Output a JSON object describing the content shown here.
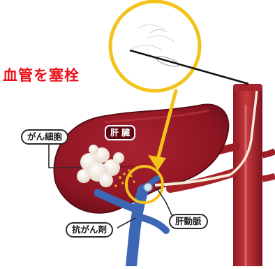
{
  "title": "血管を塞栓",
  "labels": {
    "liver": "肝 臓",
    "cancer_cells": "がん細胞",
    "anticancer_drug": "抗がん剤",
    "hepatic_artery": "肝動脈"
  },
  "colors": {
    "title": "#e8121b",
    "highlight": "#f3c21b",
    "liver": "#9d1a27",
    "liver_dark": "#6c0d17",
    "artery": "#b7242b",
    "vein": "#3d66b4",
    "tumor": "#f3ece1"
  },
  "icons": [
    "catheter-icon",
    "magnifier-circle"
  ]
}
